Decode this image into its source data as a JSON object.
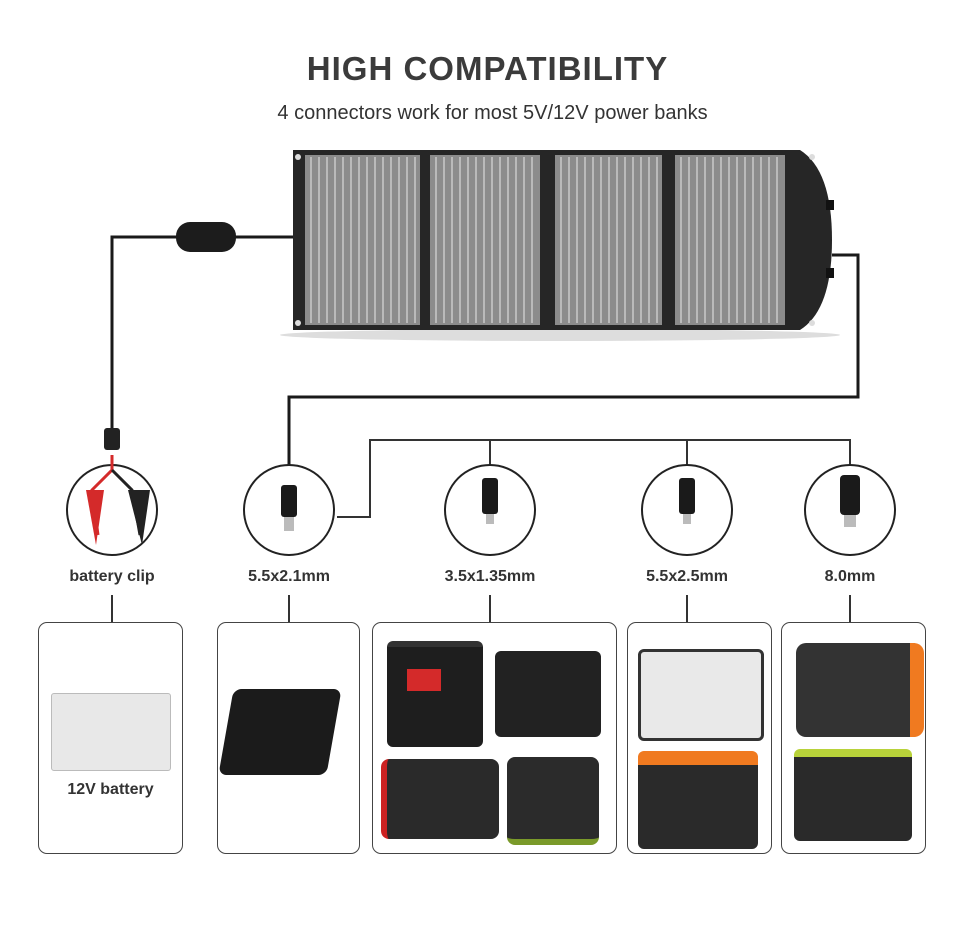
{
  "header": {
    "title": "HIGH COMPATIBILITY",
    "subtitle": "4 connectors work for most 5V/12V power banks"
  },
  "connectors": [
    {
      "label": "battery clip",
      "icon": "battery-clip-icon"
    },
    {
      "label": "5.5x2.1mm",
      "icon": "dc-plug-icon"
    },
    {
      "label": "3.5x1.35mm",
      "icon": "dc-plug-icon"
    },
    {
      "label": "5.5x2.5mm",
      "icon": "dc-plug-icon"
    },
    {
      "label": "8.0mm",
      "icon": "dc-plug-icon"
    }
  ],
  "devices": {
    "battery_label": "12V battery"
  },
  "colors": {
    "text": "#333333",
    "panel": "#2a2a2a",
    "cell": "#8a8a8a",
    "accent_red": "#d42a2a",
    "accent_orange": "#f07a20"
  }
}
